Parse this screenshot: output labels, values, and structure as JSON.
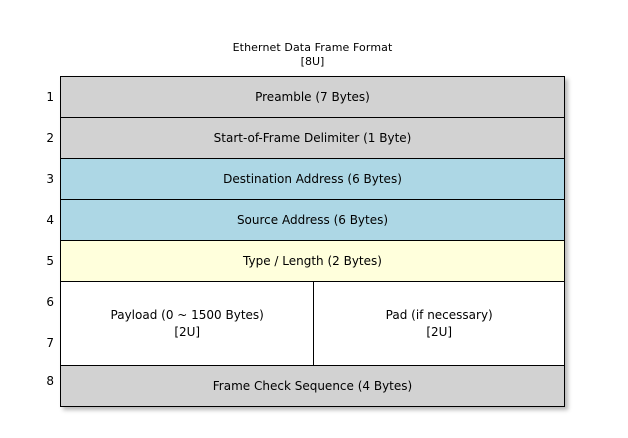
{
  "diagram": {
    "title": "Ethernet Data Frame Format",
    "title_tag": "[8U]",
    "colors": {
      "gray": "#d2d2d2",
      "blue": "#add7e5",
      "yellow": "#ffffdc",
      "white": "#ffffff",
      "border": "#000000",
      "background": "#ffffff"
    },
    "row_numbers": [
      "1",
      "2",
      "3",
      "4",
      "5",
      "6",
      "7",
      "8"
    ],
    "rows": [
      {
        "number": "1",
        "label": "Preamble (7 Bytes)",
        "fill": "gray"
      },
      {
        "number": "2",
        "label": "Start-of-Frame Delimiter (1 Byte)",
        "fill": "gray"
      },
      {
        "number": "3",
        "label": "Destination Address (6 Bytes)",
        "fill": "blue"
      },
      {
        "number": "4",
        "label": "Source Address (6 Bytes)",
        "fill": "blue"
      },
      {
        "number": "5",
        "label": "Type / Length (2 Bytes)",
        "fill": "yellow"
      },
      {
        "number": "6-7",
        "fill": "white",
        "split": true,
        "left": {
          "label": "Payload (0 ~ 1500 Bytes)",
          "tag": "[2U]"
        },
        "right": {
          "label": "Pad (if necessary)",
          "tag": "[2U]"
        }
      },
      {
        "number": "8",
        "label": "Frame Check Sequence (4 Bytes)",
        "fill": "gray"
      }
    ]
  }
}
